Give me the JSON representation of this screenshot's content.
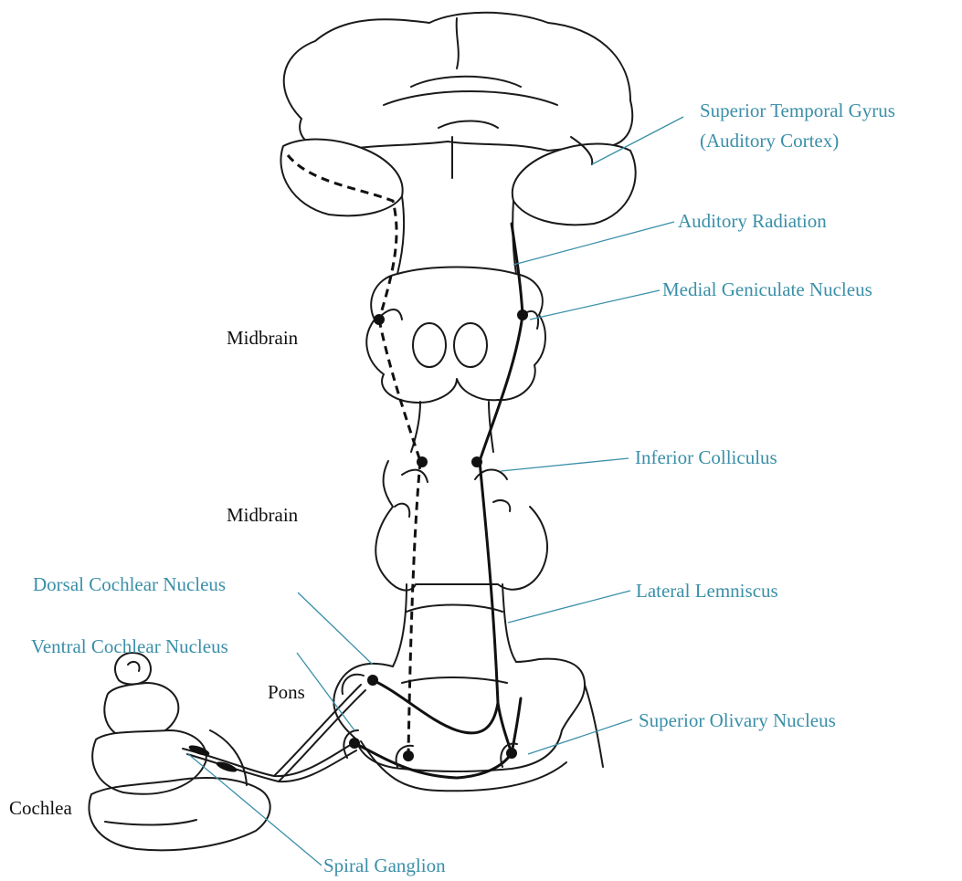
{
  "labels": {
    "superior_temporal_gyrus": "Superior Temporal Gyrus",
    "auditory_cortex": "(Auditory Cortex)",
    "auditory_radiation": "Auditory Radiation",
    "medial_geniculate": "Medial Geniculate Nucleus",
    "midbrain_upper": "Midbrain",
    "inferior_colliculus": "Inferior Colliculus",
    "midbrain_lower": "Midbrain",
    "dorsal_cochlear": "Dorsal Cochlear Nucleus",
    "lateral_lemniscus": "Lateral Lemniscus",
    "ventral_cochlear": "Ventral Cochlear Nucleus",
    "pons": "Pons",
    "superior_olivary": "Superior Olivary Nucleus",
    "cochlea": "Cochlea",
    "spiral_ganglion": "Spiral Ganglion"
  },
  "colors": {
    "label_blue": "#3a8fa8",
    "label_black": "#111111",
    "drawing": "#1a1a1a",
    "background": "#ffffff"
  }
}
